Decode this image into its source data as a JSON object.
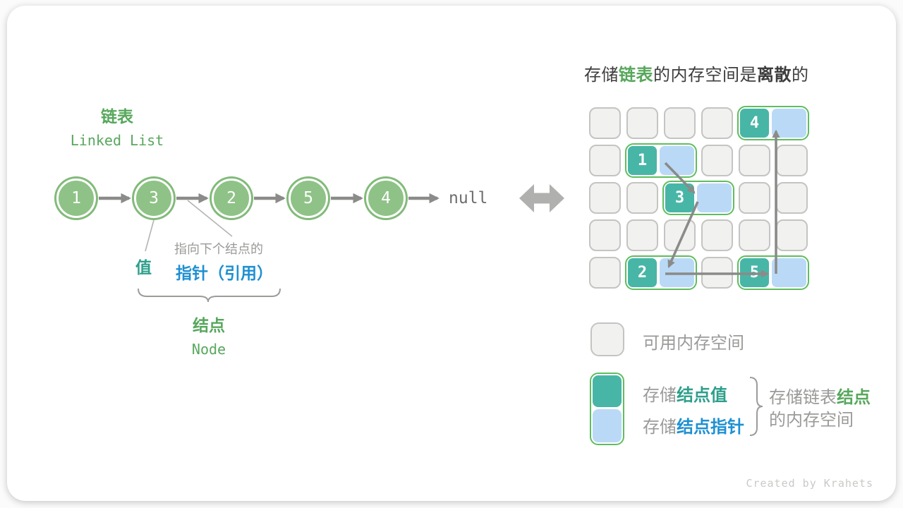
{
  "linked_list": {
    "title_zh": "链表",
    "title_en": "Linked List",
    "nodes": [
      "1",
      "3",
      "2",
      "5",
      "4"
    ],
    "terminal": "null",
    "value_label": "值",
    "pointer_caption": "指向下个结点的",
    "pointer_label": "指针（引用）",
    "node_label_zh": "结点",
    "node_label_en": "Node"
  },
  "memory": {
    "title_spans": [
      {
        "t": "存储",
        "c": "d"
      },
      {
        "t": "链表",
        "c": "g"
      },
      {
        "t": "的内存空间是",
        "c": "d"
      },
      {
        "t": "离散",
        "c": "db"
      },
      {
        "t": "的",
        "c": "d"
      }
    ],
    "grid": {
      "rows": 5,
      "cols": 6,
      "pairs": [
        {
          "row": 0,
          "col": 4,
          "value": "4"
        },
        {
          "row": 1,
          "col": 1,
          "value": "1"
        },
        {
          "row": 2,
          "col": 2,
          "value": "3"
        },
        {
          "row": 4,
          "col": 1,
          "value": "2"
        },
        {
          "row": 4,
          "col": 4,
          "value": "5"
        }
      ],
      "pointer_order": [
        "1",
        "3",
        "2",
        "5",
        "4"
      ]
    }
  },
  "legend": {
    "free_label": "可用内存空间",
    "value_spans": [
      {
        "t": "存储",
        "c": "gr"
      },
      {
        "t": "结点值",
        "c": "t"
      }
    ],
    "pointer_spans": [
      {
        "t": "存储",
        "c": "gr"
      },
      {
        "t": "结点指针",
        "c": "b"
      }
    ],
    "group_line1_spans": [
      {
        "t": "存储链表",
        "c": "gr"
      },
      {
        "t": "结点",
        "c": "g"
      }
    ],
    "group_line2": "的内存空间"
  },
  "credit": "Created by Krahets",
  "colors": {
    "node_green": "#8fc287",
    "node_ring_green": "#82ba7a",
    "cell_teal": "#48b6a6",
    "cell_blue": "#bad9f6",
    "pair_border_green": "#5fbd5f",
    "free_cell_fill": "#f1f1ef",
    "free_cell_border": "#c4c4c2",
    "arrow_gray": "#8b8b89",
    "text_green": "#57a75c",
    "text_teal": "#2e9f8b",
    "text_blue": "#1e90d2",
    "text_gray": "#9a9a98",
    "text_dark": "#3d3d3d"
  }
}
